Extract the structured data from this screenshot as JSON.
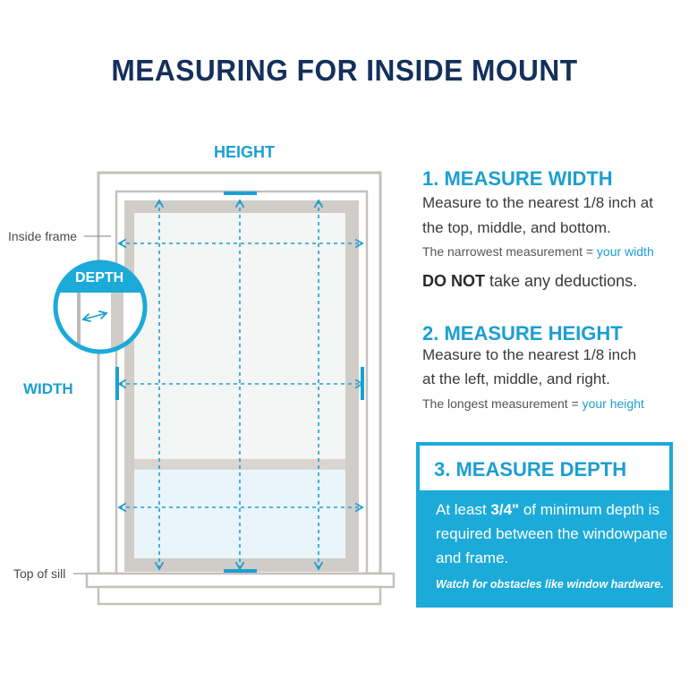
{
  "title": "MEASURING FOR INSIDE MOUNT",
  "diagram": {
    "height_label": "HEIGHT",
    "width_label": "WIDTH",
    "depth_label": "DEPTH",
    "inside_frame_label": "Inside frame",
    "top_of_sill_label": "Top of sill"
  },
  "steps": {
    "width": {
      "heading": "1. MEASURE WIDTH",
      "line1": "Measure to the nearest 1/8 inch at",
      "line2": "the top, middle, and bottom.",
      "note_prefix": "The narrowest measurement = ",
      "note_highlight": "your width",
      "warning_bold": "DO NOT",
      "warning_rest": " take any deductions."
    },
    "height": {
      "heading": "2. MEASURE HEIGHT",
      "line1": "Measure to the nearest 1/8 inch",
      "line2": "at the left, middle, and right.",
      "note_prefix": "The longest measurement = ",
      "note_highlight": "your height"
    },
    "depth": {
      "heading": "3. MEASURE DEPTH",
      "body_prefix": "At least ",
      "body_bold": "3/4\"",
      "body_rest": " of minimum depth is required between the windowpane and frame.",
      "note": "Watch for obstacles like window hardware."
    }
  },
  "colors": {
    "navy": "#14305b",
    "accent_blue": "#1c9fd1",
    "box_blue": "#1caad9",
    "frame_grey": "#cfcbc7"
  }
}
